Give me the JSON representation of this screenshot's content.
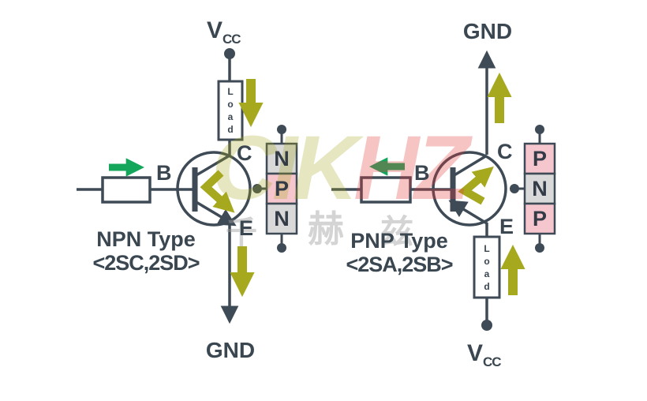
{
  "colors": {
    "stroke_dark": "#3E4A55",
    "olive_arrow": "#A6A81E",
    "green_arrow": "#14A75C",
    "pink_layer": "#F5C6CE",
    "grey_layer": "#D9D9D9",
    "watermark_olive": "#A6A81B",
    "watermark_red": "#E63C3C"
  },
  "npn": {
    "supply_main": "V",
    "supply_sub": "CC",
    "load_label": "Load",
    "base_label": "B",
    "collector_label": "C",
    "emitter_label": "E",
    "title": "NPN Type",
    "subtitle": "<2SC,2SD>",
    "ground_label": "GND",
    "layers": [
      "N",
      "P",
      "N"
    ]
  },
  "pnp": {
    "ground_label": "GND",
    "load_label": "Load",
    "base_label": "B",
    "collector_label": "C",
    "emitter_label": "E",
    "title": "PNP Type",
    "subtitle": "<2SA,2SB>",
    "supply_main": "V",
    "supply_sub": "CC",
    "layers": [
      "P",
      "N",
      "P"
    ]
  },
  "watermark": {
    "latin_primary": "CIK",
    "latin_accent": "HZ",
    "cjk_chars": [
      "千",
      "赫",
      "兹"
    ]
  }
}
